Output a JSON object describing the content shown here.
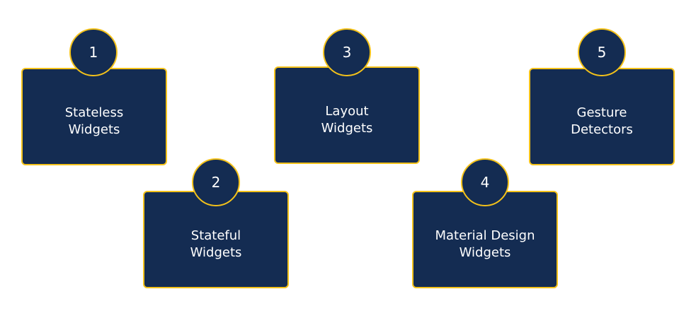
{
  "items": [
    {
      "number": "1",
      "label": "Stateless\nWidgets"
    },
    {
      "number": "2",
      "label": "Stateful\nWidgets"
    },
    {
      "number": "3",
      "label": "Layout\nWidgets"
    },
    {
      "number": "4",
      "label": "Material Design\nWidgets"
    },
    {
      "number": "5",
      "label": "Gesture\nDetectors"
    }
  ],
  "colors": {
    "card_fill": "#142c52",
    "accent_border": "#f4c21a",
    "text": "#ffffff",
    "background": "#ffffff"
  }
}
